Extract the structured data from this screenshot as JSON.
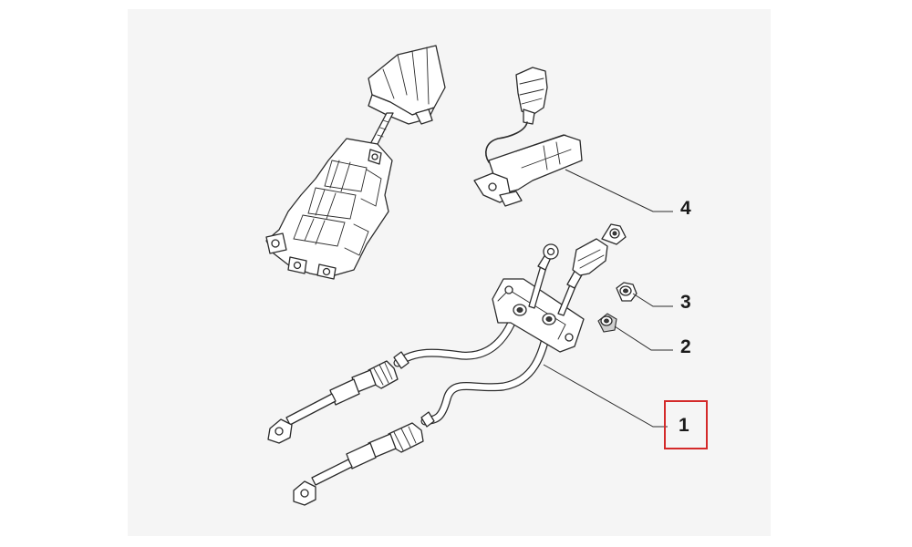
{
  "callouts": {
    "item_1": "1",
    "item_2": "2",
    "item_3": "3",
    "item_4": "4"
  },
  "highlight": {
    "item": "1",
    "color": "#d42a2a"
  },
  "colors": {
    "line": "#2b2b2b",
    "background": "#ffffff",
    "panel": "#f4f4f4"
  }
}
